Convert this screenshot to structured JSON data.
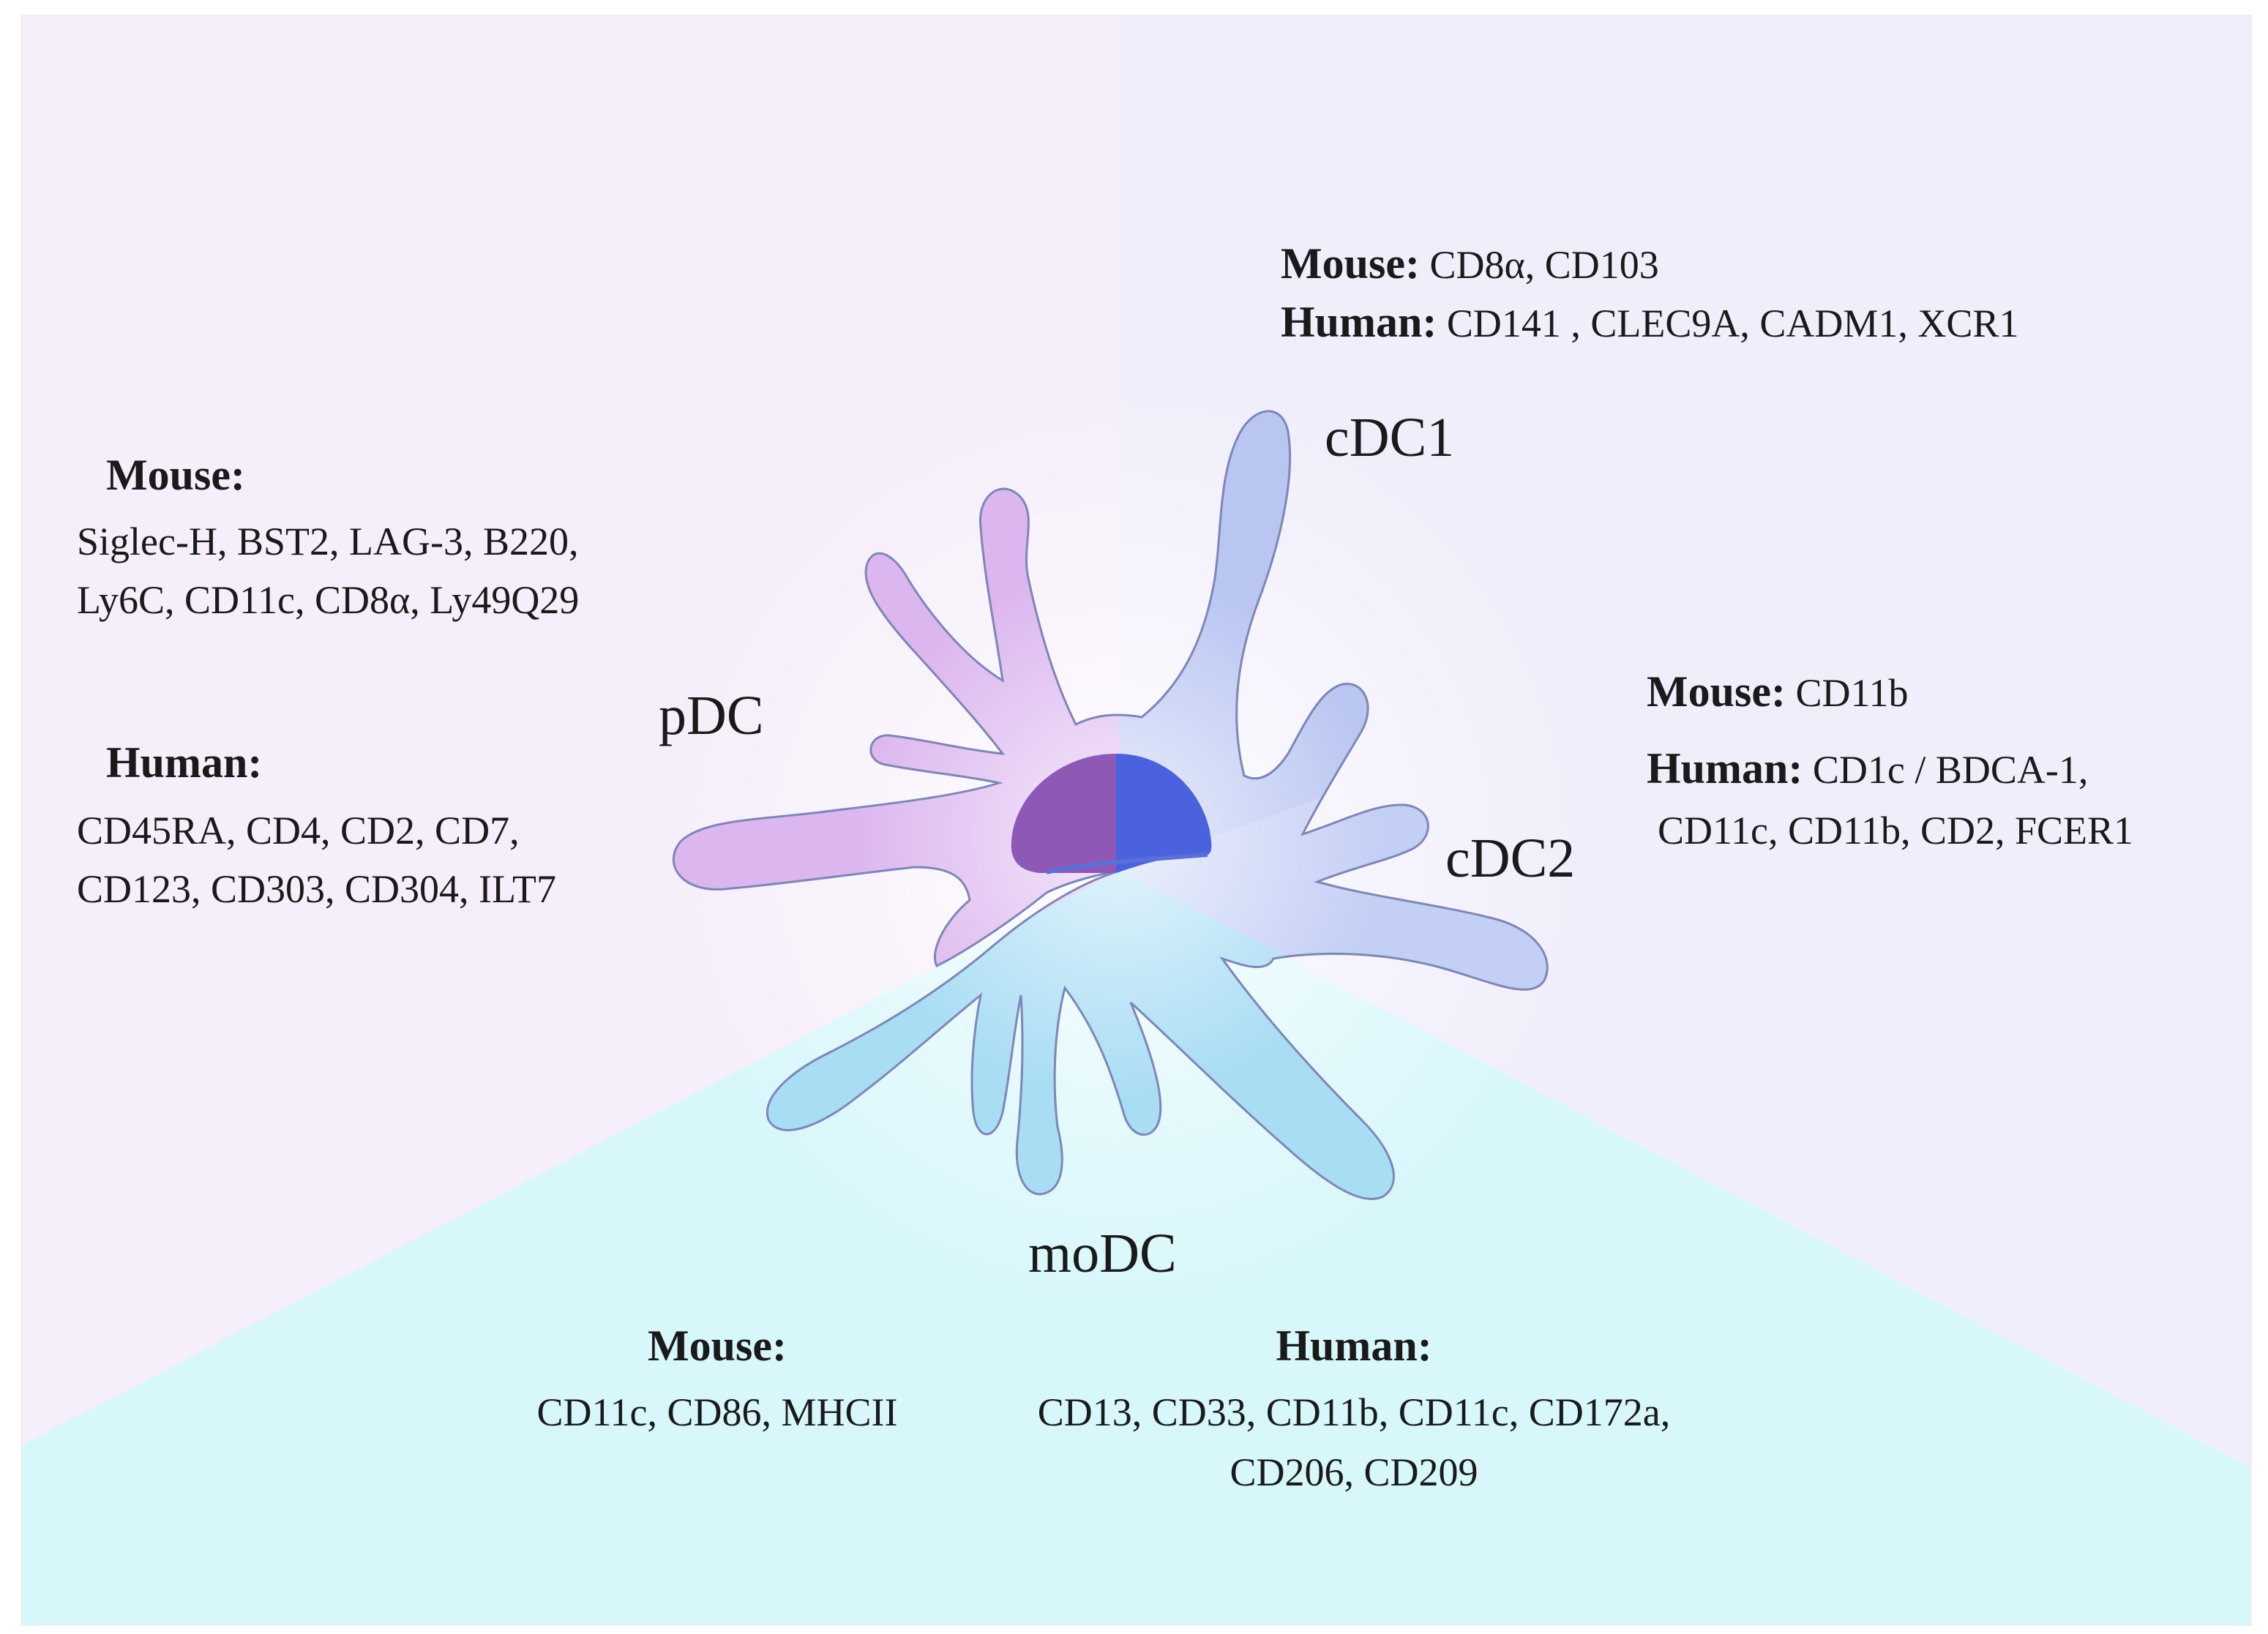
{
  "colors": {
    "pdc_region": "#f6eefa",
    "cdc_region": "#f1eefb",
    "modc_region": "#d7f7fb",
    "pdc_cell": "#dcb7ef",
    "cdc1_cell": "#b9c6f2",
    "cdc2_cell": "#c4cff5",
    "modc_cell": "#a9ddf4",
    "nucleus_left": "#8e58b6",
    "nucleus_right": "#4a62de",
    "outline": "#7e86b8"
  },
  "cells": {
    "pdc": {
      "name": "pDC",
      "mouse": {
        "heading": "Mouse:",
        "lines": [
          "Siglec-H, BST2, LAG-3, B220,",
          "Ly6C, CD11c, CD8α, Ly49Q29"
        ]
      },
      "human": {
        "heading": "Human:",
        "lines": [
          "CD45RA, CD4, CD2, CD7,",
          "CD123, CD303, CD304, ILT7"
        ]
      }
    },
    "cdc1": {
      "name": "cDC1",
      "mouse": {
        "heading": "Mouse:",
        "markers": "CD8α, CD103"
      },
      "human": {
        "heading": "Human:",
        "markers": "CD141 , CLEC9A, CADM1, XCR1"
      }
    },
    "cdc2": {
      "name": "cDC2",
      "mouse": {
        "heading": "Mouse:",
        "markers": "CD11b"
      },
      "human": {
        "heading": "Human:",
        "markers": "CD1c / BDCA-1,",
        "line2": "CD11c, CD11b, CD2, FCER1"
      }
    },
    "modc": {
      "name": "moDC",
      "mouse": {
        "heading": "Mouse:",
        "lines": [
          "CD11c, CD86, MHCII"
        ]
      },
      "human": {
        "heading": "Human:",
        "lines": [
          "CD13, CD33, CD11b, CD11c, CD172a,",
          "CD206, CD209"
        ]
      }
    }
  }
}
